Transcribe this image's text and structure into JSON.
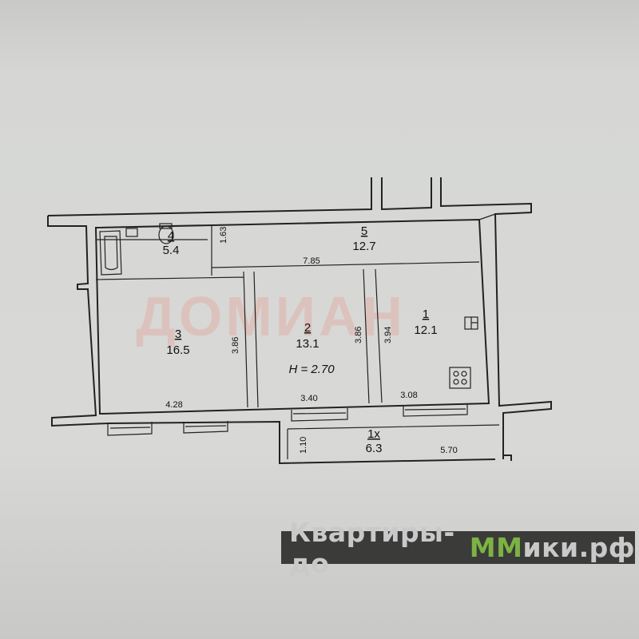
{
  "watermark": "ДОМИАН",
  "ceiling_height": "H = 2.70",
  "rooms": [
    {
      "number": "1",
      "area": "12.1"
    },
    {
      "number": "2",
      "area": "13.1"
    },
    {
      "number": "3",
      "area": "16.5"
    },
    {
      "number": "4",
      "area": "5.4"
    },
    {
      "number": "5",
      "area": "12.7"
    },
    {
      "number": "1x",
      "area": "6.3"
    }
  ],
  "dimensions": {
    "corridor_height": "1.63",
    "corridor_length": "7.85",
    "room3_height": "3.86",
    "room2_height": "3.86",
    "room1_height": "3.94",
    "room3_width": "4.28",
    "room2_width": "3.40",
    "room1_width": "3.08",
    "balcony_depth": "1.10",
    "balcony_length": "5.70"
  },
  "banner": {
    "part1": "Квартиры-до",
    "logo": "ММ",
    "part2": "ики.рф"
  },
  "colors": {
    "banner_bg": "#3b3b3a",
    "banner_text": "#c9c9c9",
    "banner_accent": "#7cb342",
    "watermark": "#e3a9a0"
  }
}
